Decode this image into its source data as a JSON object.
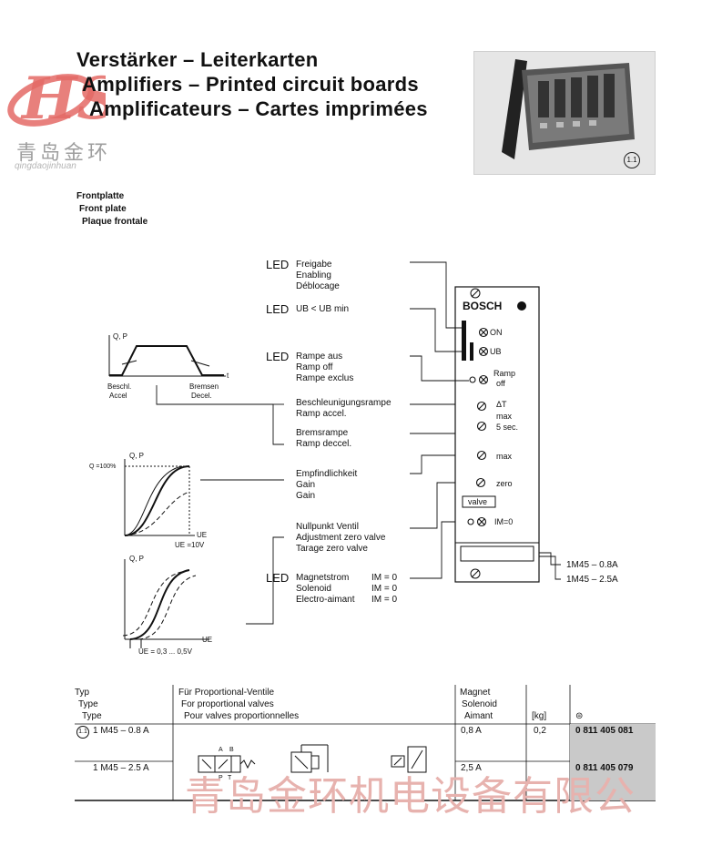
{
  "logo": {
    "mark": "HS",
    "chinese": "青岛金环",
    "pinyin": "qingdaojinhuan"
  },
  "header": {
    "title_de": "Verstärker – Leiterkarten",
    "title_en": "Amplifiers – Printed circuit boards",
    "title_fr": "Amplificateurs – Cartes imprimées",
    "photo_badge": "1.1"
  },
  "front_plate": {
    "de": "Frontplatte",
    "en": "Front plate",
    "fr": "Plaque frontale"
  },
  "panel": {
    "brand": "BOSCH",
    "on": "ON",
    "ub": "UB",
    "ramp_off_1": "Ramp",
    "ramp_off_2": "off",
    "delta_t": "ΔT",
    "max_small": "max",
    "five_sec": "5 sec.",
    "max": "max",
    "zero": "zero",
    "valve": "valve",
    "im_zero": "IM=0"
  },
  "labels": {
    "led": "LED",
    "enable_de": "Freigabe",
    "enable_en": "Enabling",
    "enable_fr": "Déblocage",
    "ub_min": "UB < UB min",
    "ramp_off_de": "Rampe aus",
    "ramp_off_en": "Ramp off",
    "ramp_off_fr": "Rampe exclus",
    "accel_de": "Beschleunigungsrampe",
    "accel_en": "Ramp accel.",
    "decel_de": "Bremsrampe",
    "decel_en": "Ramp deccel.",
    "gain_de": "Empfindlichkeit",
    "gain_en": "Gain",
    "gain_fr": "Gain",
    "zero_de": "Nullpunkt Ventil",
    "zero_en": "Adjustment zero valve",
    "zero_fr": "Tarage zero valve",
    "sol_de": "Magnetstrom",
    "sol_en": "Solenoid",
    "sol_fr": "Electro-aimant",
    "im0_a": "IM = 0",
    "im0_b": "IM = 0",
    "im0_c": "IM = 0",
    "type_08": "1M45 – 0.8A",
    "type_25": "1M45 – 2.5A"
  },
  "graphs": {
    "ramp_axis": "Q, P",
    "ramp_t": "t",
    "accel_de": "Beschl.",
    "accel_en": "Accel",
    "decel_de": "Bremsen",
    "decel_en": "Decel.",
    "gain_axis": "Q, P",
    "gain_q": "Q =100%",
    "gain_ue": "UE",
    "gain_ue10": "UE =10V",
    "zero_axis": "Q, P",
    "zero_ue": "UE",
    "zero_range": "UE = 0,3 ... 0,5V"
  },
  "table": {
    "headers": {
      "type": [
        "Typ",
        "Type",
        "Type"
      ],
      "valves": [
        "Für Proportional-Ventile",
        "For proportional valves",
        "Pour valves proportionnelles"
      ],
      "magnet": [
        "Magnet",
        "Solenoid",
        "Aimant"
      ],
      "kg": "[kg]",
      "order_symbol": "⊜"
    },
    "rows": [
      {
        "badge": "1.1",
        "type": "1 M45 – 0.8 A",
        "magnet": "0,8 A",
        "kg": "0,2",
        "order": "0 811 405 081"
      },
      {
        "badge": "",
        "type": "1 M45 – 2.5 A",
        "magnet": "2,5 A",
        "kg": "",
        "order": "0 811 405 079"
      }
    ],
    "symbol_letters": {
      "a": "A",
      "b": "B",
      "p": "P",
      "t": "T"
    }
  },
  "watermark": {
    "text": "青岛金环机电设备有限公"
  }
}
